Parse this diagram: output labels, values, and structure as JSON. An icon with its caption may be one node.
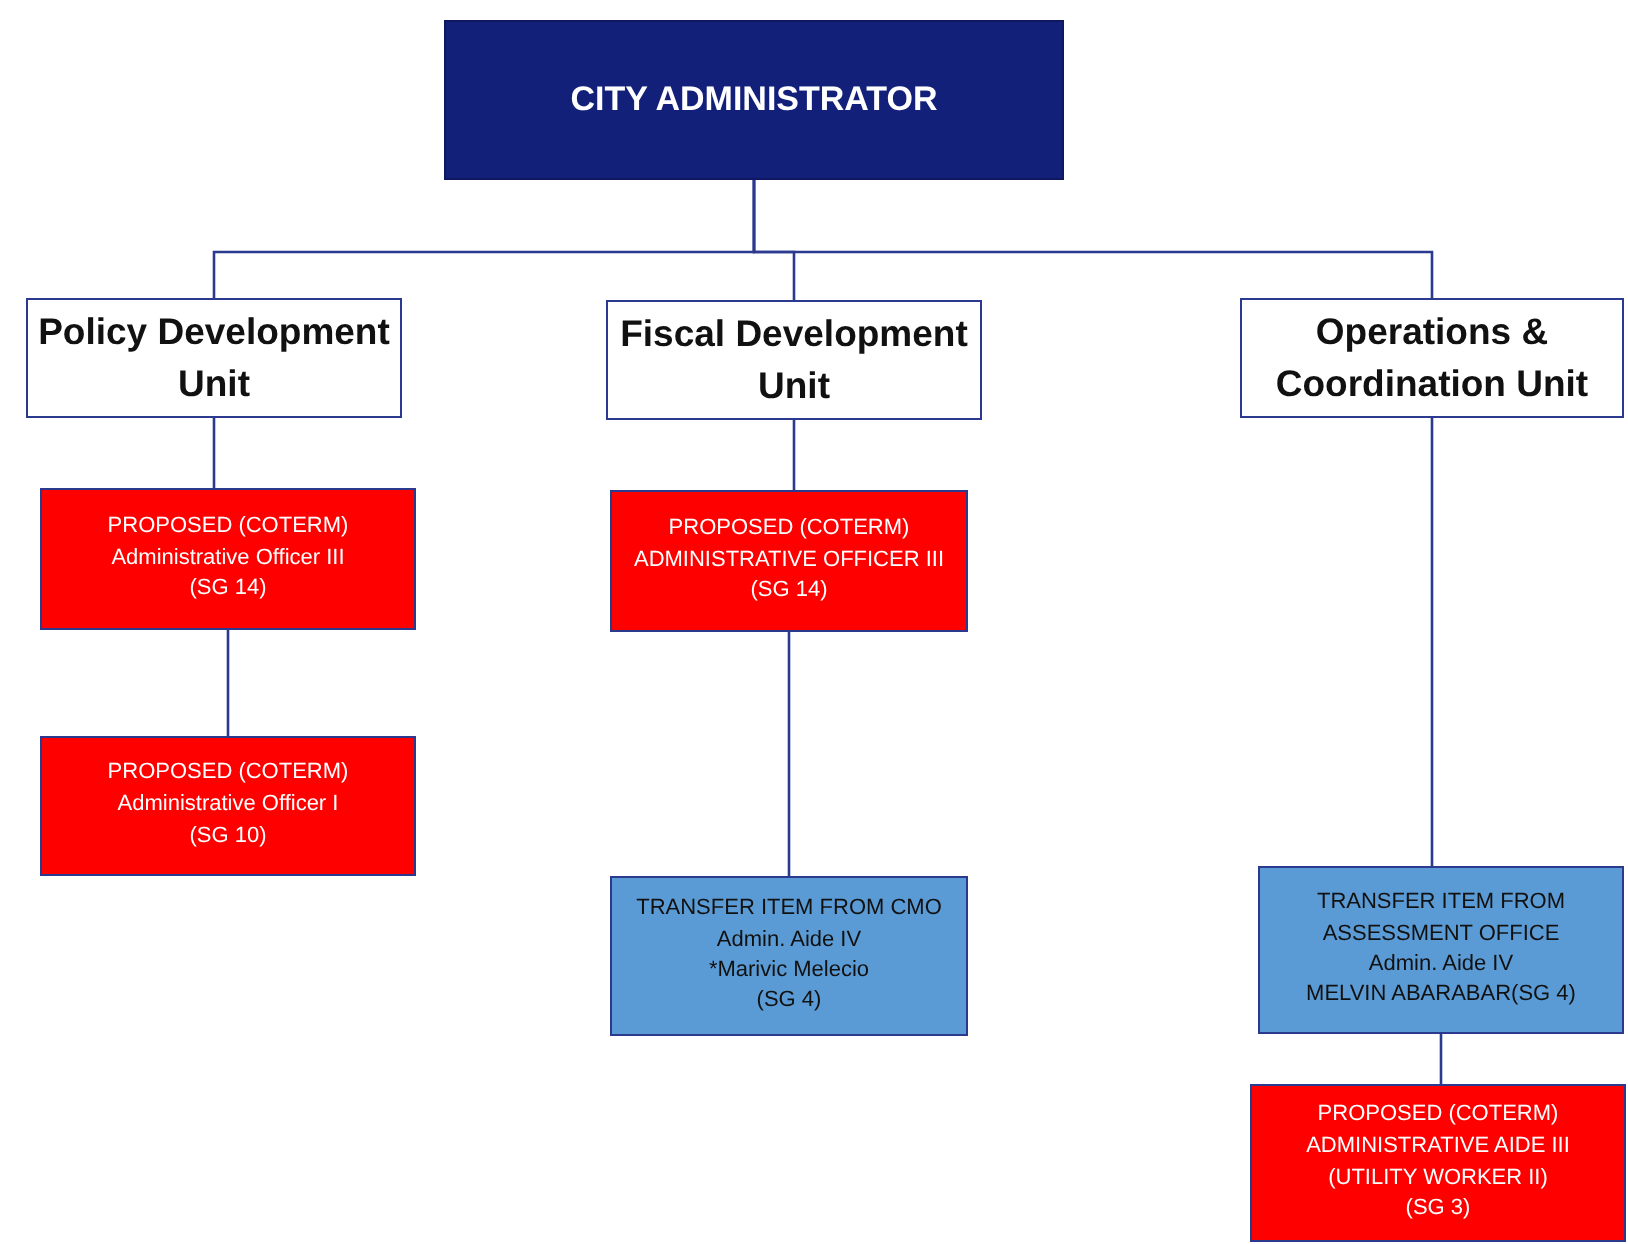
{
  "diagram": {
    "nodes": [
      {
        "text": [
          "CITY ADMINISTRATOR"
        ]
      },
      {
        "text": [
          "Policy Development Unit"
        ]
      },
      {
        "text": [
          "Fiscal Development Unit"
        ]
      },
      {
        "text": [
          "Operations & Coordination Unit"
        ]
      },
      {
        "text": [
          "PROPOSED (COTERM)",
          "Administrative Officer III",
          "(SG 14)"
        ]
      },
      {
        "text": [
          "PROPOSED (COTERM)",
          "Administrative Officer I",
          "(SG 10)"
        ]
      },
      {
        "text": [
          "PROPOSED (COTERM)",
          "ADMINISTRATIVE OFFICER III",
          "(SG 14)"
        ]
      },
      {
        "text": [
          "TRANSFER ITEM FROM CMO",
          "Admin. Aide IV",
          "*Marivic Melecio",
          "(SG 4)"
        ]
      },
      {
        "text": [
          "TRANSFER ITEM FROM ASSESSMENT OFFICE",
          "Admin. Aide IV",
          "MELVIN ABARABAR(SG 4)"
        ]
      },
      {
        "text": [
          "PROPOSED (COTERM)",
          "ADMINISTRATIVE AIDE III",
          "(UTILITY WORKER II)",
          "(SG 3)"
        ]
      }
    ],
    "edges": [
      {
        "from": 0,
        "to": 1,
        "arrow": "none"
      },
      {
        "from": 0,
        "to": 2,
        "arrow": "none"
      },
      {
        "from": 0,
        "to": 3,
        "arrow": "none"
      },
      {
        "from": 1,
        "to": 4,
        "arrow": "none"
      },
      {
        "from": 4,
        "to": 5,
        "arrow": "none"
      },
      {
        "from": 2,
        "to": 6,
        "arrow": "none"
      },
      {
        "from": 6,
        "to": 7,
        "arrow": "none"
      },
      {
        "from": 3,
        "to": 8,
        "arrow": "none"
      },
      {
        "from": 8,
        "to": 9,
        "arrow": "none"
      }
    ]
  }
}
